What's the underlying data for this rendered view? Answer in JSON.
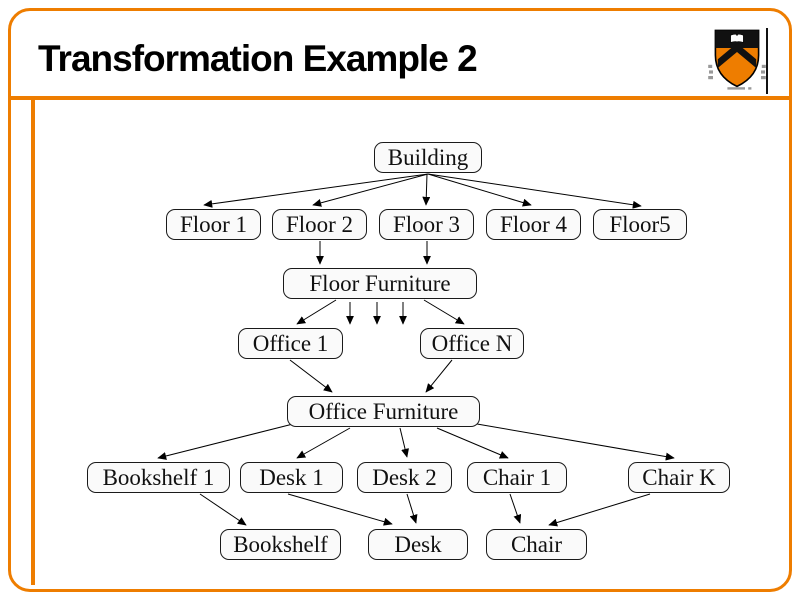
{
  "title": "Transformation Example 2",
  "logo": {
    "name": "princeton-university-shield"
  },
  "colors": {
    "accent_orange": "#EE7D00",
    "node_fill": "#FAFAFA",
    "node_border": "#1A1A1A",
    "edge": "#000000"
  },
  "diagram": {
    "type": "tree",
    "nodes": {
      "building": "Building",
      "floor1": "Floor 1",
      "floor2": "Floor 2",
      "floor3": "Floor 3",
      "floor4": "Floor 4",
      "floor5": "Floor5",
      "floor_furniture": "Floor Furniture",
      "office1": "Office 1",
      "officeN": "Office N",
      "office_furniture": "Office Furniture",
      "bookshelf1": "Bookshelf 1",
      "desk1": "Desk 1",
      "desk2": "Desk 2",
      "chair1": "Chair 1",
      "chairK": "Chair K",
      "bookshelf": "Bookshelf",
      "desk": "Desk",
      "chair": "Chair"
    },
    "edges": [
      [
        "building",
        "floor1"
      ],
      [
        "building",
        "floor2"
      ],
      [
        "building",
        "floor3"
      ],
      [
        "building",
        "floor4"
      ],
      [
        "building",
        "floor5"
      ],
      [
        "floor2",
        "floor_furniture"
      ],
      [
        "floor3",
        "floor_furniture"
      ],
      [
        "floor_furniture",
        "office1"
      ],
      [
        "floor_furniture",
        "officeN"
      ],
      [
        "office1",
        "office_furniture"
      ],
      [
        "officeN",
        "office_furniture"
      ],
      [
        "office_furniture",
        "bookshelf1"
      ],
      [
        "office_furniture",
        "desk1"
      ],
      [
        "office_furniture",
        "desk2"
      ],
      [
        "office_furniture",
        "chair1"
      ],
      [
        "office_furniture",
        "chairK"
      ],
      [
        "bookshelf1",
        "bookshelf"
      ],
      [
        "desk1",
        "desk"
      ],
      [
        "desk2",
        "desk"
      ],
      [
        "chair1",
        "chair"
      ],
      [
        "chairK",
        "chair"
      ]
    ],
    "unconnected_stub_arrows_below_floor_furniture": 3
  }
}
